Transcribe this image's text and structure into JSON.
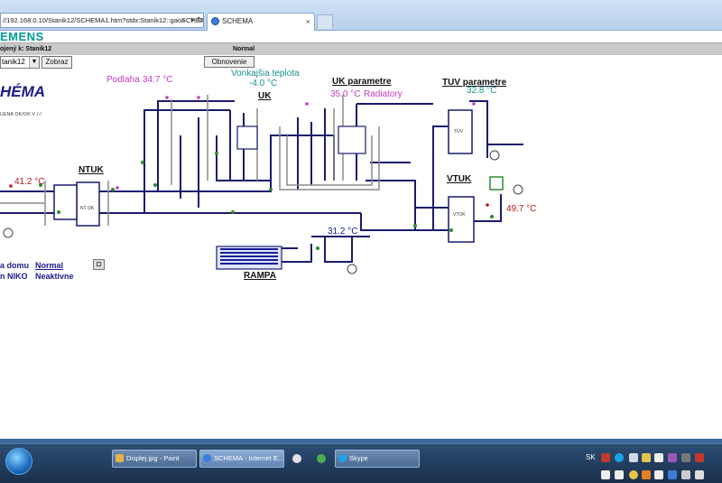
{
  "browser": {
    "address": "//192.168.0.10/Stanik12/SCHEMA1.htm?stdx:Stanik12::gaoSCHEM",
    "tab_title": "SCHEMA",
    "tab_close": "×"
  },
  "header": {
    "logo": "EMENS",
    "connected": "ojený k: Stanik12",
    "mode": "Normal"
  },
  "controls": {
    "station_value": "tanik12",
    "show_label": "Zobraz",
    "refresh_label": "Obnovenie"
  },
  "page": {
    "heading": "HÉMA",
    "subline": "UENA OK/OK  V /-/"
  },
  "diagram": {
    "floor_label": "Podlaha",
    "floor_temp": "34.7 °C",
    "outdoor_label": "Vonkajšia teplota",
    "outdoor_temp": "-4.0 °C",
    "uk_label": "UK",
    "uk_params_label": "UK parametre",
    "uk_params_temp": "35.0 °C",
    "uk_params_name": "Radiatory",
    "tuv_params_label": "TUV parametre",
    "tuv_params_temp": "32.8 °C",
    "ntuk_label": "NTUK",
    "ntuk_temp": "41.2 °C",
    "vtuk_label": "VTUK",
    "vtuk_temp": "49.7 °C",
    "ramp_temp": "31.2 °C",
    "ramp_label": "RAMPA",
    "tank_ntuk": "NT OK",
    "tank_tuv": "TÚV",
    "tank_vtuk": "VTOK"
  },
  "status": {
    "home_label": "a domu",
    "home_value": "Normal",
    "niko_label": "n NIKO",
    "niko_value": "Neaktivne"
  },
  "taskbar": {
    "paint": "Displej.jpg - Paint",
    "ie": "SCHEMA - Internet E...",
    "skype": "Skype",
    "lang": "SK"
  },
  "colors": {
    "pipe": "#1a1a6e",
    "pipe_gray": "#8c8c8c",
    "temp_red": "#b41a1a",
    "temp_magenta": "#c23bbf",
    "temp_teal": "#1c8f8f",
    "siemens": "#009999"
  }
}
